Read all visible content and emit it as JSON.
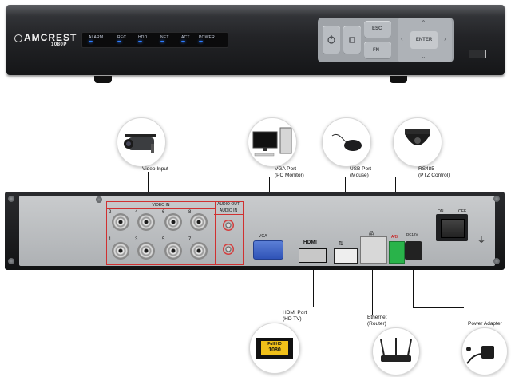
{
  "front": {
    "brand": "AMCREST",
    "brand_sub": "1080P",
    "leds": [
      "ALARM",
      "REC",
      "HDD",
      "NET",
      "ACT",
      "POWER"
    ],
    "buttons": {
      "esc": "ESC",
      "fn": "FN",
      "enter": "ENTER"
    },
    "colors": {
      "led_blue": "#2f7dff"
    }
  },
  "rear": {
    "video_in_label": "VIDEO IN",
    "audio_out_label": "AUDIO OUT",
    "audio_in_label": "AUDIO IN",
    "bnc_numbers_top": [
      "2",
      "4",
      "6",
      "8"
    ],
    "bnc_numbers_bottom": [
      "1",
      "3",
      "5",
      "7"
    ],
    "vga_label": "VGA",
    "hdmi_label": "HDMI",
    "usb_symbol": "⇅",
    "ethernet_symbol": "品",
    "rs485_label": "A/B",
    "dc_label": "DC12V",
    "on_label": "ON",
    "off_label": "OFF",
    "ground_symbol": "⏚"
  },
  "callouts": {
    "video_input": "Video Input",
    "vga_port_line1": "VGA Port",
    "vga_port_line2": "(PC Monitor)",
    "usb_port_line1": "USB Port",
    "usb_port_line2": "(Mouse)",
    "rs485_line1": "RS485",
    "rs485_line2": "(PTZ Control)",
    "hdmi_port_line1": "HDMI Port",
    "hdmi_port_line2": "(HD TV)",
    "hd_badge_line1": "Full HD",
    "hd_badge_line2": "1080",
    "ethernet_line1": "Ethernet",
    "ethernet_line2": "(Router)",
    "power_adapter": "Power Adapter"
  }
}
